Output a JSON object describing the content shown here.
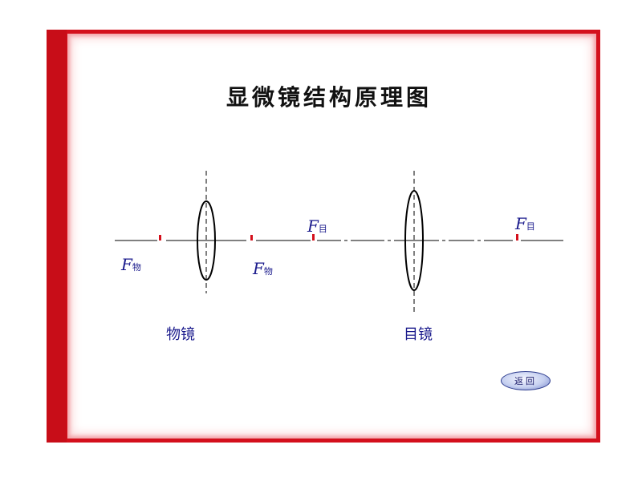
{
  "title": "显微镜结构原理图",
  "lenses": {
    "objective": {
      "label": "物镜"
    },
    "eyepiece": {
      "label": "目镜"
    }
  },
  "focal_points": {
    "objective_left": {
      "symbol": "F",
      "sub": "物"
    },
    "objective_right": {
      "symbol": "F",
      "sub": "物"
    },
    "eyepiece_left": {
      "symbol": "F",
      "sub": "目"
    },
    "eyepiece_right": {
      "symbol": "F",
      "sub": "目"
    }
  },
  "back_button": {
    "label": "返回"
  },
  "colors": {
    "frame": "#d4101c",
    "label": "#1a1a8c",
    "marker": "#d4101c",
    "axis": "#000000"
  }
}
